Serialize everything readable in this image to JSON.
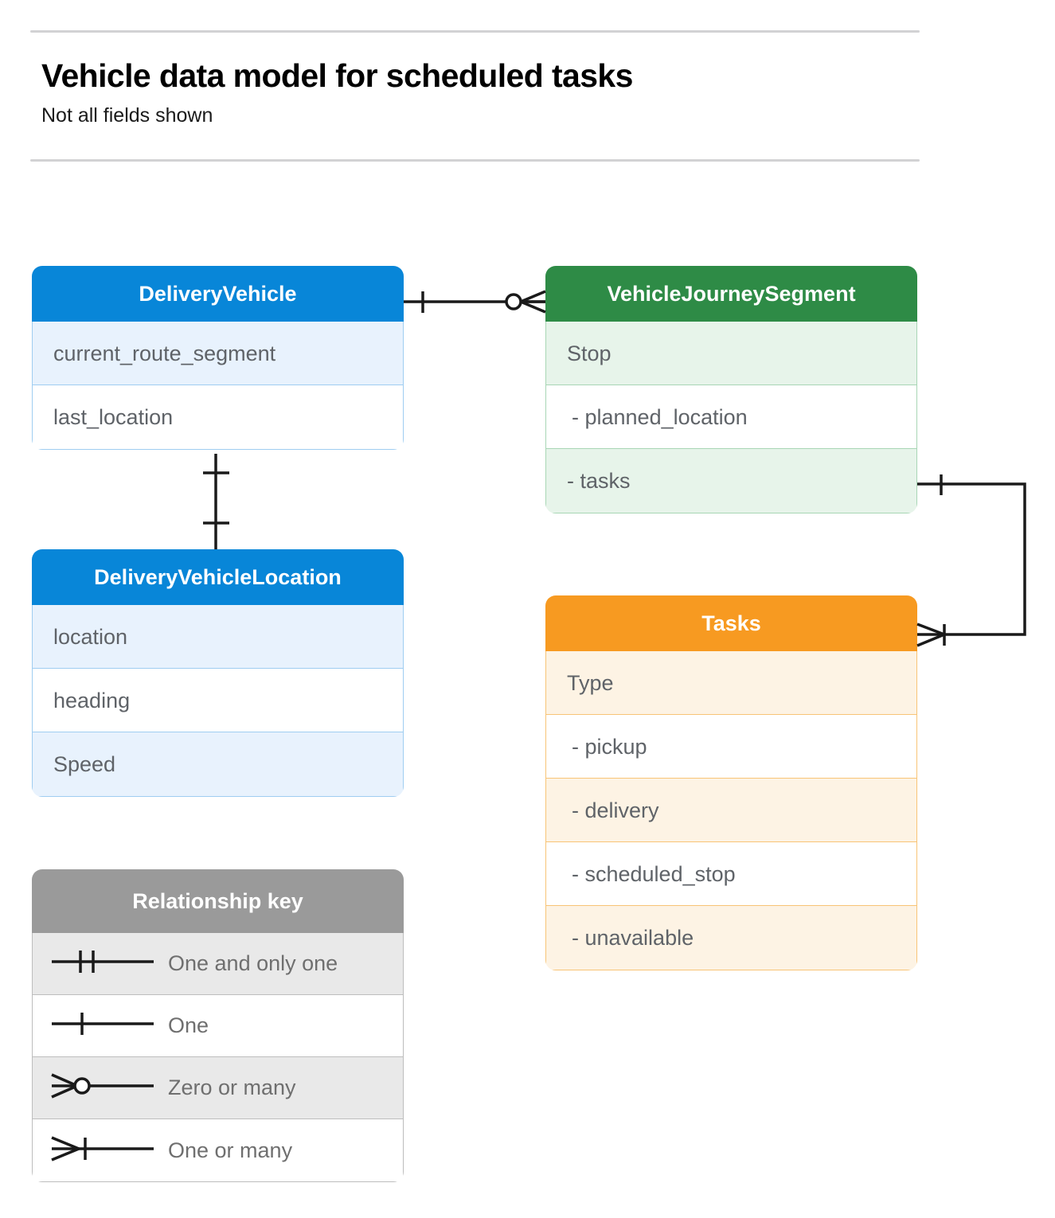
{
  "header": {
    "title": "Vehicle data model for scheduled tasks",
    "subtitle": "Not all fields shown"
  },
  "colors": {
    "blue_header": "#0886d8",
    "blue_row": "#e8f2fd",
    "blue_border": "#9fcdf1",
    "green_header": "#2e8b46",
    "green_row": "#e7f4ea",
    "green_border": "#a8d6b5",
    "orange_header": "#f79a21",
    "orange_row": "#fdf3e4",
    "orange_border": "#f8c476",
    "gray_header": "#9a9a9a",
    "gray_row": "#e9e9e9",
    "gray_border": "#bdbdbd",
    "field_text": "#5f6368",
    "connector": "#1a1a1a",
    "rule": "#d2d2d4"
  },
  "entities": [
    {
      "id": "delivery-vehicle",
      "name": "DeliveryVehicle",
      "fields": [
        {
          "label": "current_route_segment"
        },
        {
          "label": "last_location"
        }
      ]
    },
    {
      "id": "vehicle-journey-segment",
      "name": "VehicleJourneySegment",
      "fields": [
        {
          "label": "Stop"
        },
        {
          "label": "-  planned_location"
        },
        {
          "label": "- tasks"
        }
      ]
    },
    {
      "id": "delivery-vehicle-location",
      "name": "DeliveryVehicleLocation",
      "fields": [
        {
          "label": "location"
        },
        {
          "label": "heading"
        },
        {
          "label": "Speed"
        }
      ]
    },
    {
      "id": "tasks",
      "name": "Tasks",
      "fields": [
        {
          "label": "Type"
        },
        {
          "label": "-  pickup"
        },
        {
          "label": "-  delivery"
        },
        {
          "label": "-  scheduled_stop"
        },
        {
          "label": "-  unavailable"
        }
      ]
    }
  ],
  "legend": {
    "title": "Relationship key",
    "rows": [
      {
        "symbol": "one-and-only-one-symbol",
        "label": "One and only one"
      },
      {
        "symbol": "one-symbol",
        "label": "One"
      },
      {
        "symbol": "zero-or-many-symbol",
        "label": "Zero or many"
      },
      {
        "symbol": "one-or-many-symbol",
        "label": "One or many"
      }
    ]
  },
  "relationships": [
    {
      "id": "deliveryvehicle-to-journeysegment",
      "from": "DeliveryVehicle",
      "to": "VehicleJourneySegment",
      "from_cardinality": "One",
      "to_cardinality": "Zero or many"
    },
    {
      "id": "deliveryvehicle-to-vehiclelocation",
      "from": "DeliveryVehicle",
      "to": "DeliveryVehicleLocation",
      "from_cardinality": "One",
      "to_cardinality": "One"
    },
    {
      "id": "journeysegment-tasks-to-tasks",
      "from": "VehicleJourneySegment",
      "to": "Tasks",
      "from_cardinality": "One",
      "to_cardinality": "One or many"
    }
  ]
}
